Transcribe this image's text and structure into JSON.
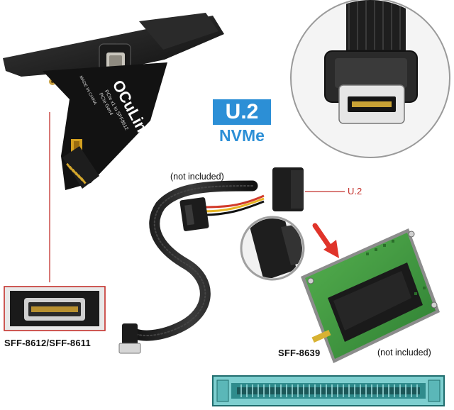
{
  "labels": {
    "not_included_top": "(not included)",
    "u2_pointer": "U.2",
    "sff_host": "SFF-8612/SFF-8611",
    "sff_drive": "SFF-8639",
    "not_included_bottom": "(not included)"
  },
  "badge": {
    "line1": "U.2",
    "line2": "NVMe"
  },
  "card_print": {
    "brand": "OCuLink",
    "line1": "PCIe x1 to SFF8612",
    "line2": "PCIe Gen4",
    "line3": "MADE IN CHINA"
  },
  "colors": {
    "pointer_red": "#c4312c",
    "badge_blue": "#2c8fd6",
    "pcb_green": "#3f9a3e",
    "connector_teal": "#4fb3b1",
    "bracket_black": "#1b1b1b"
  }
}
